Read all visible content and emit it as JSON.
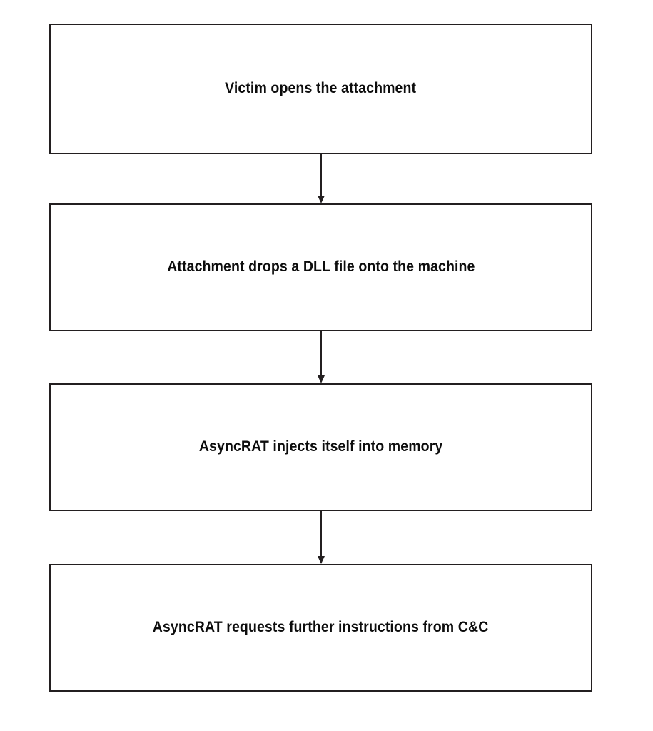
{
  "diagram": {
    "type": "flowchart",
    "orientation": "vertical",
    "background_color": "#ffffff",
    "border_color": "#231f20",
    "text_color": "#0d0d0d",
    "nodes": [
      {
        "id": "node-1",
        "label": "Victim opens the attachment",
        "shape": "rectangle",
        "step": 1
      },
      {
        "id": "node-2",
        "label": "Attachment drops a DLL file onto the machine",
        "shape": "rectangle",
        "step": 2
      },
      {
        "id": "node-3",
        "label": "AsyncRAT injects itself into memory",
        "shape": "rectangle",
        "step": 3
      },
      {
        "id": "node-4",
        "label": "AsyncRAT requests further instructions from C&C",
        "shape": "rectangle",
        "step": 4
      }
    ],
    "edges": [
      {
        "id": "connector-1",
        "from": "node-1",
        "to": "node-2",
        "style": "solid",
        "arrowhead": "filled-triangle",
        "direction": "down",
        "label": ""
      },
      {
        "id": "connector-2",
        "from": "node-2",
        "to": "node-3",
        "style": "solid",
        "arrowhead": "filled-triangle",
        "direction": "down",
        "label": ""
      },
      {
        "id": "connector-3",
        "from": "node-3",
        "to": "node-4",
        "style": "solid",
        "arrowhead": "filled-triangle",
        "direction": "down",
        "label": ""
      }
    ]
  }
}
